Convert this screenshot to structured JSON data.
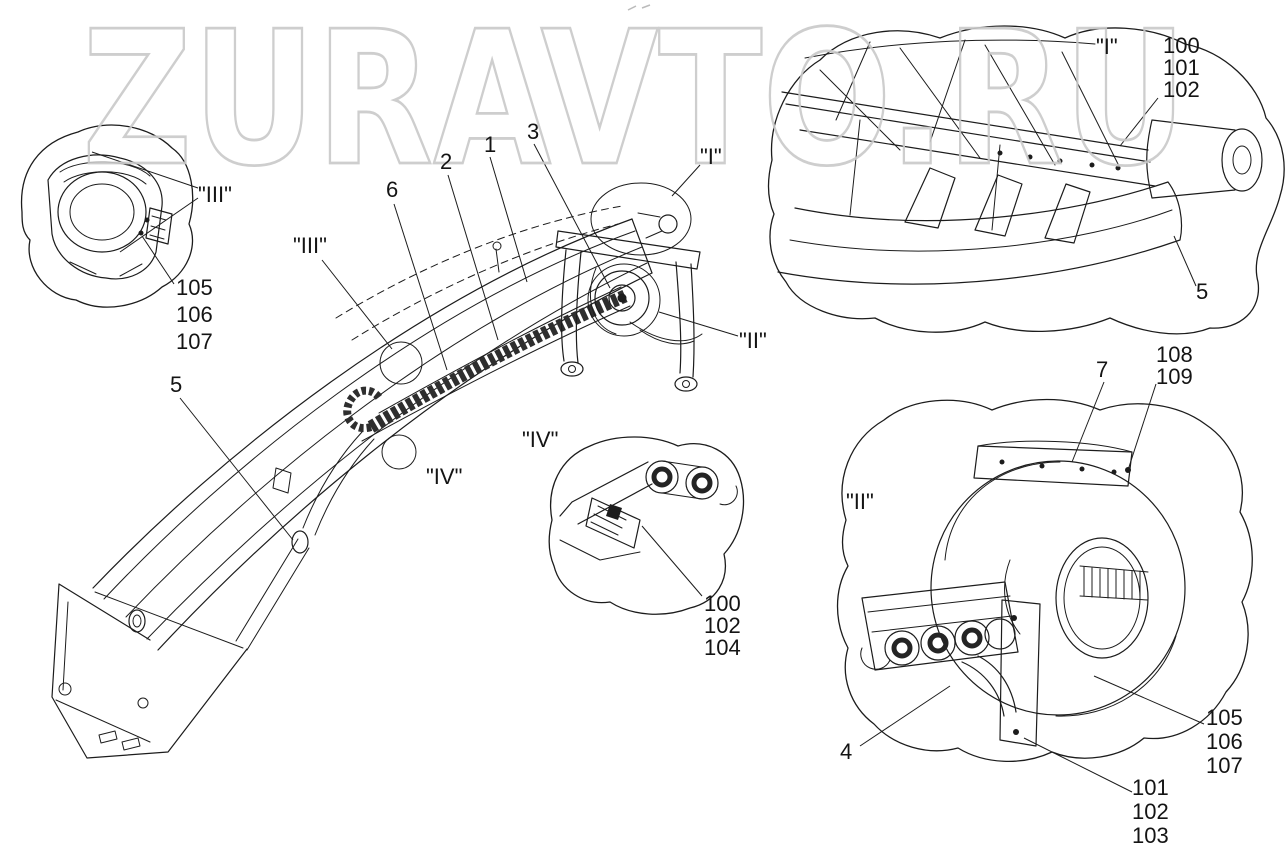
{
  "watermark": {
    "text": "ZURAVTO.RU"
  },
  "view_labels": {
    "i": "\"I\"",
    "ii": "\"II\"",
    "iii": "\"III\"",
    "iv": "\"IV\""
  },
  "callouts": {
    "n1": "1",
    "n2": "2",
    "n3": "3",
    "n4": "4",
    "n5": "5",
    "n6": "6",
    "n7": "7",
    "left_group": [
      "105",
      "106",
      "107"
    ],
    "top_right_group": [
      "100",
      "101",
      "102"
    ],
    "iv_group": [
      "100",
      "102",
      "104"
    ],
    "br_top_group": [
      "108",
      "109"
    ],
    "br_side_group": [
      "105",
      "106",
      "107"
    ],
    "br_bottom_group": [
      "101",
      "102",
      "103"
    ]
  }
}
